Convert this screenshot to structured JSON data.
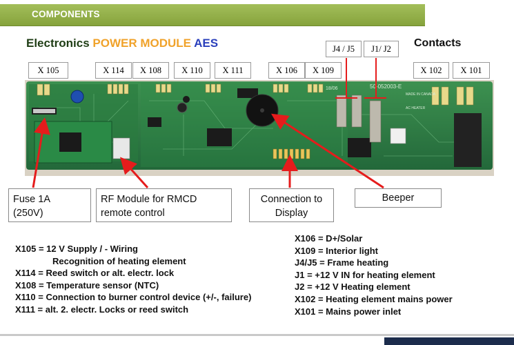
{
  "header": {
    "section": "COMPONENTS"
  },
  "title": {
    "part1": "Electronics",
    "part2": "POWER MODULE",
    "part3": "AES"
  },
  "contacts_title": "Contacts",
  "top_labels": [
    {
      "text": "X 105"
    },
    {
      "text": "X 114"
    },
    {
      "text": "X 108"
    },
    {
      "text": "X 110"
    },
    {
      "text": "X 111"
    },
    {
      "text": "X 106"
    },
    {
      "text": "X 109"
    },
    {
      "text": "J4 / J5"
    },
    {
      "text": "J1/ J2"
    },
    {
      "text": "X 102"
    },
    {
      "text": "X 101"
    }
  ],
  "board_print": {
    "code1": "18/06",
    "code2": "50-052003-E",
    "made_in": "MADE IN CANADA",
    "ac_heater": "AC HEATER"
  },
  "callouts": {
    "fuse": [
      "Fuse 1A",
      "(250V)"
    ],
    "rf": [
      "RF Module for RMCD",
      "remote control"
    ],
    "display": [
      "Connection to",
      "Display"
    ],
    "beeper": [
      "Beeper"
    ]
  },
  "legend_left": [
    "X105 = 12 V Supply / - Wiring",
    "Recognition of heating element",
    "X114 = Reed switch or alt. electr. lock",
    "X108 = Temperature sensor (NTC)",
    "X110 = Connection to burner control device (+/-, failure)",
    "X111 = alt. 2. electr. Locks or reed switch"
  ],
  "legend_right": [
    "X106 = D+/Solar",
    "X109 = Interior light",
    "J4/J5 = Frame heating",
    "J1 = +12 V IN for heating element",
    "J2 = +12 V Heating element",
    "X102 = Heating element mains power",
    "X101 = Mains power inlet"
  ],
  "colors": {
    "header_green": "#96b04a",
    "title_orange": "#f0a22a",
    "title_blue": "#2a3fbb",
    "arrow_red": "#e51c1c",
    "pcb_green": "#2e7d3e"
  }
}
